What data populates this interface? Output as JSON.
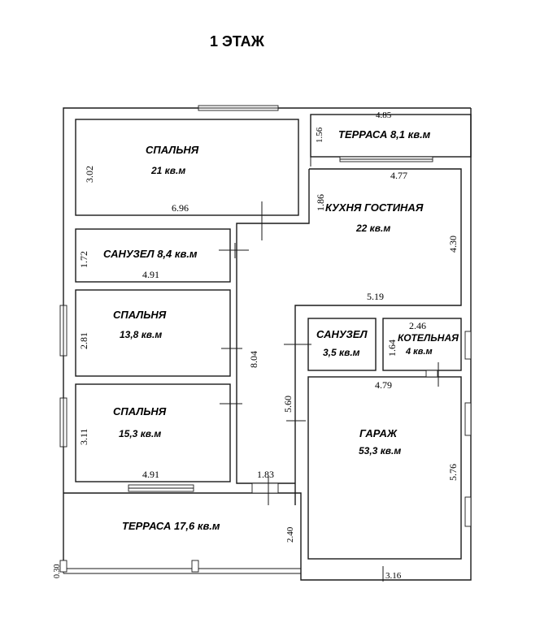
{
  "plan": {
    "title": "1 ЭТАЖ",
    "rooms": {
      "bedroom1": {
        "name": "СПАЛЬНЯ",
        "area": "21 кв.м"
      },
      "terrace1": {
        "name": "ТЕРРАСА 8,1 кв.м"
      },
      "kitchen": {
        "name": "КУХНЯ  ГОСТИНАЯ",
        "area": "22 кв.м"
      },
      "bath1": {
        "name": "САНУЗЕЛ 8,4 кв.м"
      },
      "bedroom2": {
        "name": "СПАЛЬНЯ",
        "area": "13,8 кв.м"
      },
      "bath2": {
        "name": "САНУЗЕЛ",
        "area": "3,5 кв.м"
      },
      "boiler": {
        "name": "КОТЕЛЬНАЯ",
        "area": "4 кв.м"
      },
      "bedroom3": {
        "name": "СПАЛЬНЯ",
        "area": "15,3 кв.м"
      },
      "garage": {
        "name": "ГАРАЖ",
        "area": "53,3 кв.м"
      },
      "terrace2": {
        "name": "ТЕРРАСА  17,6 кв.м"
      }
    },
    "dimensions": {
      "d_485": "4.85",
      "d_156": "1.56",
      "d_302": "3.02",
      "d_477": "4.77",
      "d_186": "1.86",
      "d_696": "6.96",
      "d_430": "4.30",
      "d_172": "1.72",
      "d_491a": "4.91",
      "d_519": "5.19",
      "d_281": "2.81",
      "d_246": "2.46",
      "d_164": "1.64",
      "d_804": "8.04",
      "d_479": "4.79",
      "d_560": "5.60",
      "d_311": "3.11",
      "d_576": "5.76",
      "d_491b": "4.91",
      "d_183": "1.83",
      "d_240": "2.40",
      "d_030": "0.30",
      "d_316": "3.16"
    }
  }
}
